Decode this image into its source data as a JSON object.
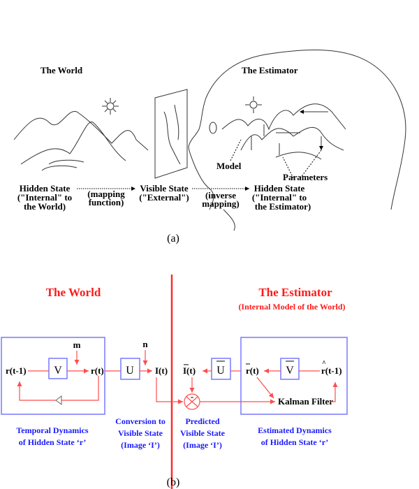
{
  "panel_a": {
    "world_title": "The World",
    "estimator_title": "The Estimator",
    "model_label": "Model",
    "parameters_label": "Parameters",
    "hidden_state_world": [
      "Hidden State",
      "(\"Internal\" to",
      "the World)"
    ],
    "mapping_function": [
      "(mapping",
      "function)"
    ],
    "visible_state": [
      "Visible State",
      "(\"External\")"
    ],
    "inverse_mapping": [
      "(inverse",
      "mapping)"
    ],
    "hidden_state_estimator": [
      "Hidden State",
      "(\"Internal\" to",
      "the Estimator)"
    ],
    "caption": "(a)"
  },
  "panel_b": {
    "world_title": "The World",
    "estimator_title": "The Estimator",
    "estimator_subtitle": "(Internal Model of the World)",
    "left": {
      "r_prev": "r(t-1)",
      "V": "V",
      "m": "m",
      "r_t": "r(t)",
      "U": "U",
      "n": "n",
      "I_t": "I(t)"
    },
    "right": {
      "I_bar": "I(t)",
      "U_bar": "U",
      "r_bar": "r(t)",
      "V_bar": "V",
      "r_hat_prev": "r(t-1)",
      "minus": "-",
      "kalman": "Kalman Filter"
    },
    "captions": {
      "temporal": [
        "Temporal Dynamics",
        "of Hidden State ‘r’"
      ],
      "conversion": [
        "Conversion to",
        "Visible State",
        "(Image ‘I’)"
      ],
      "predicted": [
        "Predicted",
        "Visible State",
        "(Image ‘I’)"
      ],
      "estimated": [
        "Estimated Dynamics",
        "of Hidden State ‘r’"
      ]
    },
    "caption": "(b)"
  },
  "colors": {
    "red": "#ff1a1a",
    "blue": "#1a1aff",
    "box": "#8080ff"
  }
}
